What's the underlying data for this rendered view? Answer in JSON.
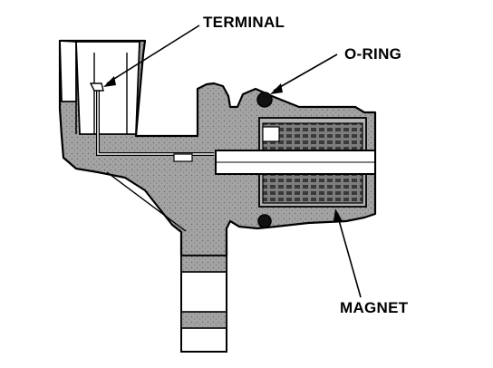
{
  "labels": {
    "terminal": "TERMINAL",
    "o_ring": "O-RING",
    "magnet": "MAGNET"
  },
  "colors": {
    "ink": "#000000",
    "body_fill": "#9a9a9a",
    "coil_fill": "#6e6e6e",
    "background": "#ffffff"
  }
}
